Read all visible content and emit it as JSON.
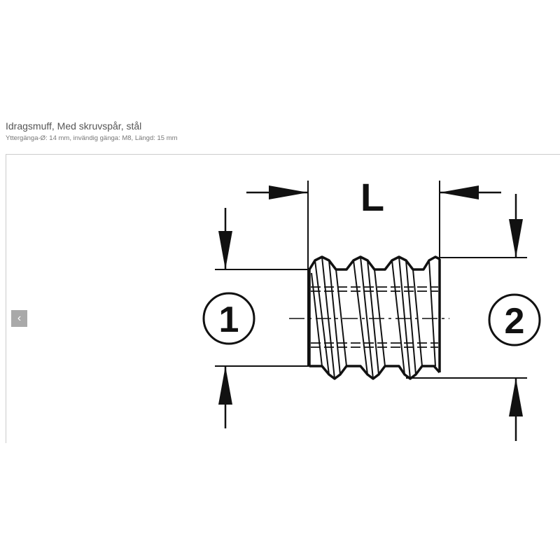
{
  "product": {
    "title": "Idragsmuff, Med skruvspår, stål",
    "specs": "Yttergänga-Ø: 14 mm, invändig gänga: M8, Längd: 15 mm"
  },
  "gallery": {
    "prev_icon": "‹"
  },
  "diagram": {
    "length_label": "L",
    "marker_1": "1",
    "marker_2": "2"
  }
}
